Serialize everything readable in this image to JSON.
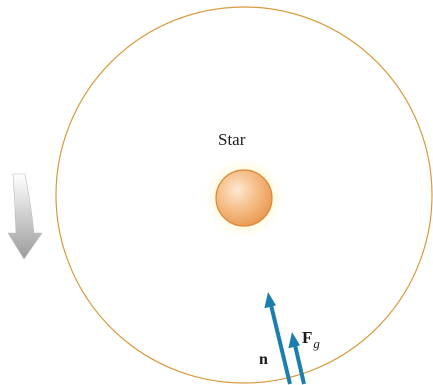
{
  "diagram": {
    "star_label": "Star",
    "normal_force": {
      "symbol": "n"
    },
    "gravity_force": {
      "symbol": "F",
      "subscript": "g"
    },
    "rotation_direction": "counterclockwise",
    "colors": {
      "orbit_ring": "#d89a3c",
      "force_arrows": "#1a7fae",
      "star_core": "#f4b67f",
      "star_glow": "#fff6c4",
      "rotation_arrow": "#b9b9b9",
      "text": "#1a1a1a"
    }
  }
}
